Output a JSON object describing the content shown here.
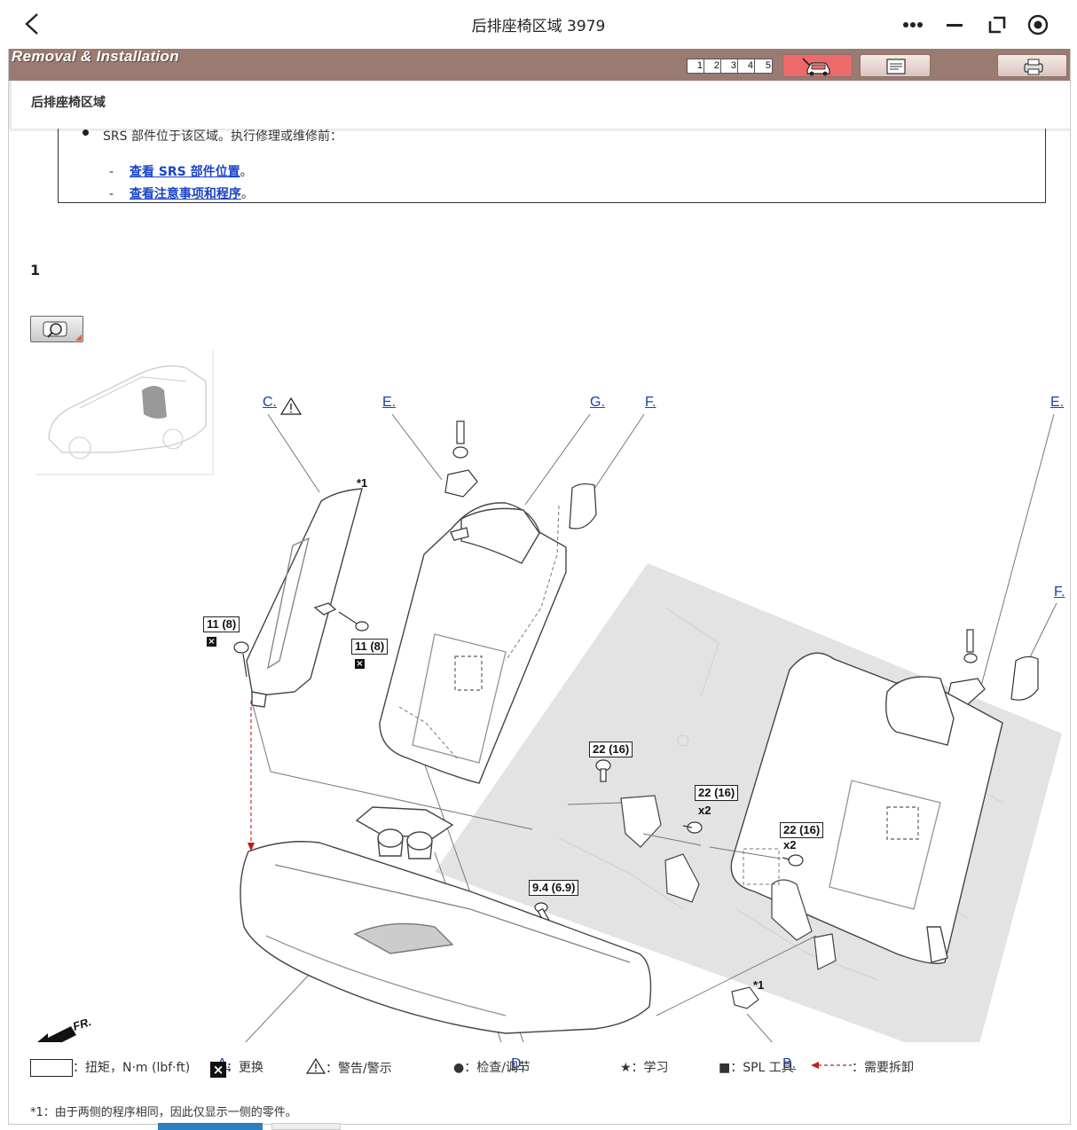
{
  "window": {
    "title": "后排座椅区域 3979"
  },
  "toolbar": {
    "section_title": "Removal & Installation",
    "pages": [
      "1",
      "2",
      "3",
      "4",
      "5"
    ]
  },
  "subheader": {
    "title": "后排座椅区域"
  },
  "notice": {
    "text": "SRS 部件位于该区域。执行修理或维修前：",
    "links": [
      {
        "prefix": "-",
        "label": "查看 SRS 部件位置",
        "suffix": "。"
      },
      {
        "prefix": "-",
        "label": "查看注意事项和程序",
        "suffix": "。"
      }
    ]
  },
  "step": {
    "number": "1"
  },
  "diagram": {
    "callouts": {
      "a": "A.",
      "b": "B.",
      "c": "C.",
      "d": "D.",
      "e1": "E.",
      "e2": "E.",
      "f1": "F.",
      "f2": "F.",
      "g": "G."
    },
    "torques": {
      "t1": "11 (8)",
      "t2": "11 (8)",
      "t3": "22 (16)",
      "t4": "22 (16)",
      "t5": "22 (16)",
      "t6": "9.4 (6.9)"
    },
    "counts": {
      "x2a": "x2",
      "x2b": "x2"
    },
    "notes": {
      "n1": "*1",
      "n2": "*1"
    },
    "front_label": "FR."
  },
  "legend": {
    "torque": "：扭矩，N·m (lbf·ft)",
    "replace": "：更换",
    "warning": "：警告/警示",
    "inspect": "●：检查/调节",
    "learn": "★：学习",
    "spl": "■：SPL 工具",
    "remove": "：需要拆卸",
    "footnote": "*1：由于两侧的程序相同，因此仅显示一侧的零件。"
  },
  "colors": {
    "toolbar": "#9a7b72",
    "link": "#1a44c8",
    "alert_button": "#ee6a6a"
  }
}
